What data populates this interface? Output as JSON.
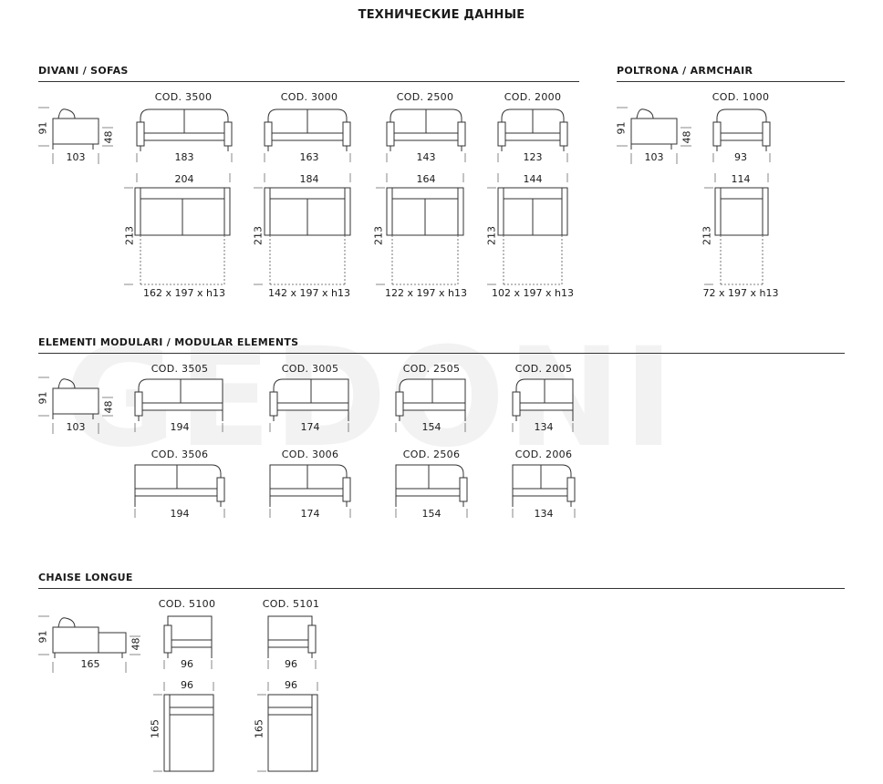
{
  "title": "ТЕХНИЧЕСКИЕ ДАННЫЕ",
  "watermark": "GEDONI",
  "sofas": {
    "heading": "DIVANI / SOFAS",
    "side": {
      "height": "91",
      "seat": "48",
      "depth": "103"
    },
    "items": [
      {
        "code": "COD. 3500",
        "width": "183",
        "outer": "204",
        "depth": "213",
        "bed": "162 x 197 x h13"
      },
      {
        "code": "COD. 3000",
        "width": "163",
        "outer": "184",
        "depth": "213",
        "bed": "142 x 197 x h13"
      },
      {
        "code": "COD. 2500",
        "width": "143",
        "outer": "164",
        "depth": "213",
        "bed": "122 x 197 x h13"
      },
      {
        "code": "COD. 2000",
        "width": "123",
        "outer": "144",
        "depth": "213",
        "bed": "102 x 197 x h13"
      }
    ]
  },
  "armchair": {
    "heading": "POLTRONA / ARMCHAIR",
    "side": {
      "height": "91",
      "seat": "48",
      "depth": "103"
    },
    "item": {
      "code": "COD. 1000",
      "width": "93",
      "outer": "114",
      "depth": "213",
      "bed": "72 x 197 x h13"
    }
  },
  "modular": {
    "heading": "ELEMENTI MODULARI / MODULAR ELEMENTS",
    "side": {
      "height": "91",
      "seat": "48",
      "depth": "103"
    },
    "row1": [
      {
        "code": "COD. 3505",
        "width": "194"
      },
      {
        "code": "COD. 3005",
        "width": "174"
      },
      {
        "code": "COD. 2505",
        "width": "154"
      },
      {
        "code": "COD. 2005",
        "width": "134"
      }
    ],
    "row2": [
      {
        "code": "COD. 3506",
        "width": "194"
      },
      {
        "code": "COD. 3006",
        "width": "174"
      },
      {
        "code": "COD. 2506",
        "width": "154"
      },
      {
        "code": "COD. 2006",
        "width": "134"
      }
    ]
  },
  "chaise": {
    "heading": "CHAISE LONGUE",
    "side": {
      "height": "91",
      "seat": "48",
      "depth": "165"
    },
    "items": [
      {
        "code": "COD. 5100",
        "width": "96",
        "outer": "96",
        "depth": "165"
      },
      {
        "code": "COD. 5101",
        "width": "96",
        "outer": "96",
        "depth": "165"
      }
    ]
  }
}
